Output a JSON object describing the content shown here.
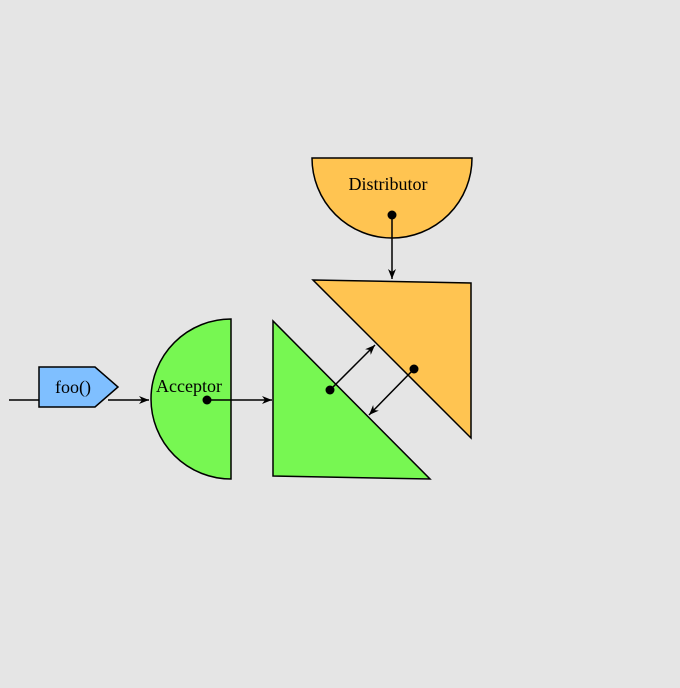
{
  "diagram": {
    "labels": {
      "foo": "foo()",
      "acceptor": "Acceptor",
      "distributor": "Distributor"
    },
    "colors": {
      "background": "#e5e5e5",
      "acceptor_fill": "#77f752",
      "distributor_fill": "#ffc451",
      "call_fill": "#7fbfff",
      "stroke": "#000000"
    }
  }
}
